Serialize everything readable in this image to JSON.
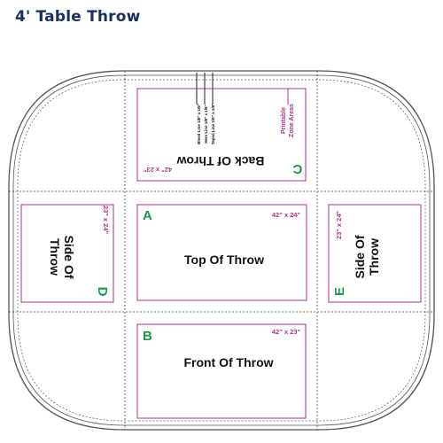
{
  "title": "4' Table Throw",
  "colors": {
    "title": "#1a3060",
    "panel_border": "#b0308c",
    "dims": "#b0308c",
    "letters": "#1a9a4a",
    "label": "#111111",
    "outline": "#555555",
    "fold": "#444444"
  },
  "panels": {
    "top": {
      "letter": "A",
      "label": "Top Of Throw",
      "dims": "42\" x 24\""
    },
    "front": {
      "letter": "B",
      "label": "Front Of Throw",
      "dims": "42\" x 23\""
    },
    "back": {
      "letter": "C",
      "label": "Back Of Throw",
      "dims": "42\" x 23\""
    },
    "left": {
      "letter": "D",
      "label_line1": "Side Of",
      "label_line2": "Throw",
      "dims": "23\" x 24\""
    },
    "right": {
      "letter": "E",
      "label_line1": "Side Of",
      "label_line2": "Throw",
      "dims": "23\" x 24\""
    }
  },
  "callout": {
    "printable_line1": "Printable",
    "printable_line2": "Zone Areas",
    "bleed": "Bleed Line 1/8\" x 1/8\"",
    "hem": "Hem Line 1/8\" x 1/8\"",
    "tape": "Taped Line 1/8\" x 1/8\""
  }
}
